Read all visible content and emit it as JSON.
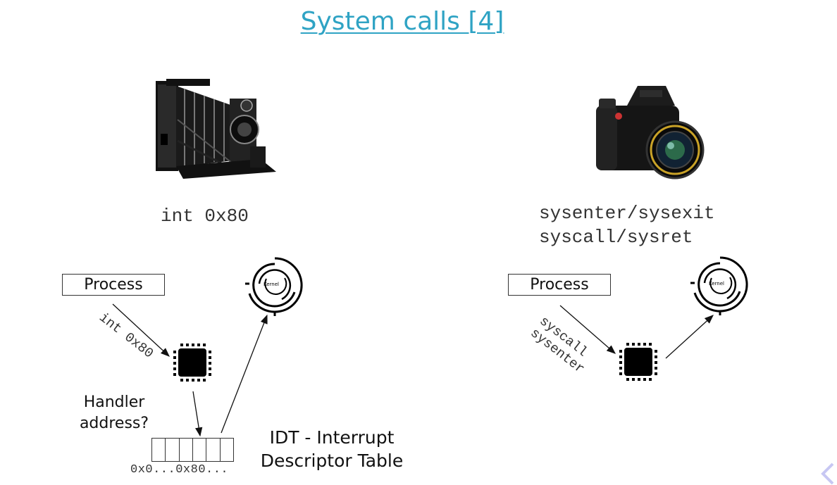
{
  "slide": {
    "title": "System calls [4]"
  },
  "left": {
    "image": "folding-camera-image",
    "instruction": "int 0x80",
    "process_label": "Process",
    "arrow_label": "int 0x80",
    "handler_question": [
      "Handler",
      "address?"
    ],
    "table_index": "0x0...0x80...",
    "table_caption": [
      "IDT - Interrupt",
      "Descriptor Table"
    ],
    "kernel_label": "Kernel"
  },
  "right": {
    "image": "dslr-camera-image",
    "instructions": [
      "sysenter/sysexit",
      "syscall/sysret"
    ],
    "process_label": "Process",
    "arrow_labels": [
      "syscall",
      "sysenter"
    ],
    "kernel_label": "Kernel"
  },
  "navigation": {
    "prev_icon": "chevron-left-icon",
    "accent": "#c7c7f3"
  },
  "colors": {
    "title": "#2fa3c4",
    "ink": "#111111"
  }
}
